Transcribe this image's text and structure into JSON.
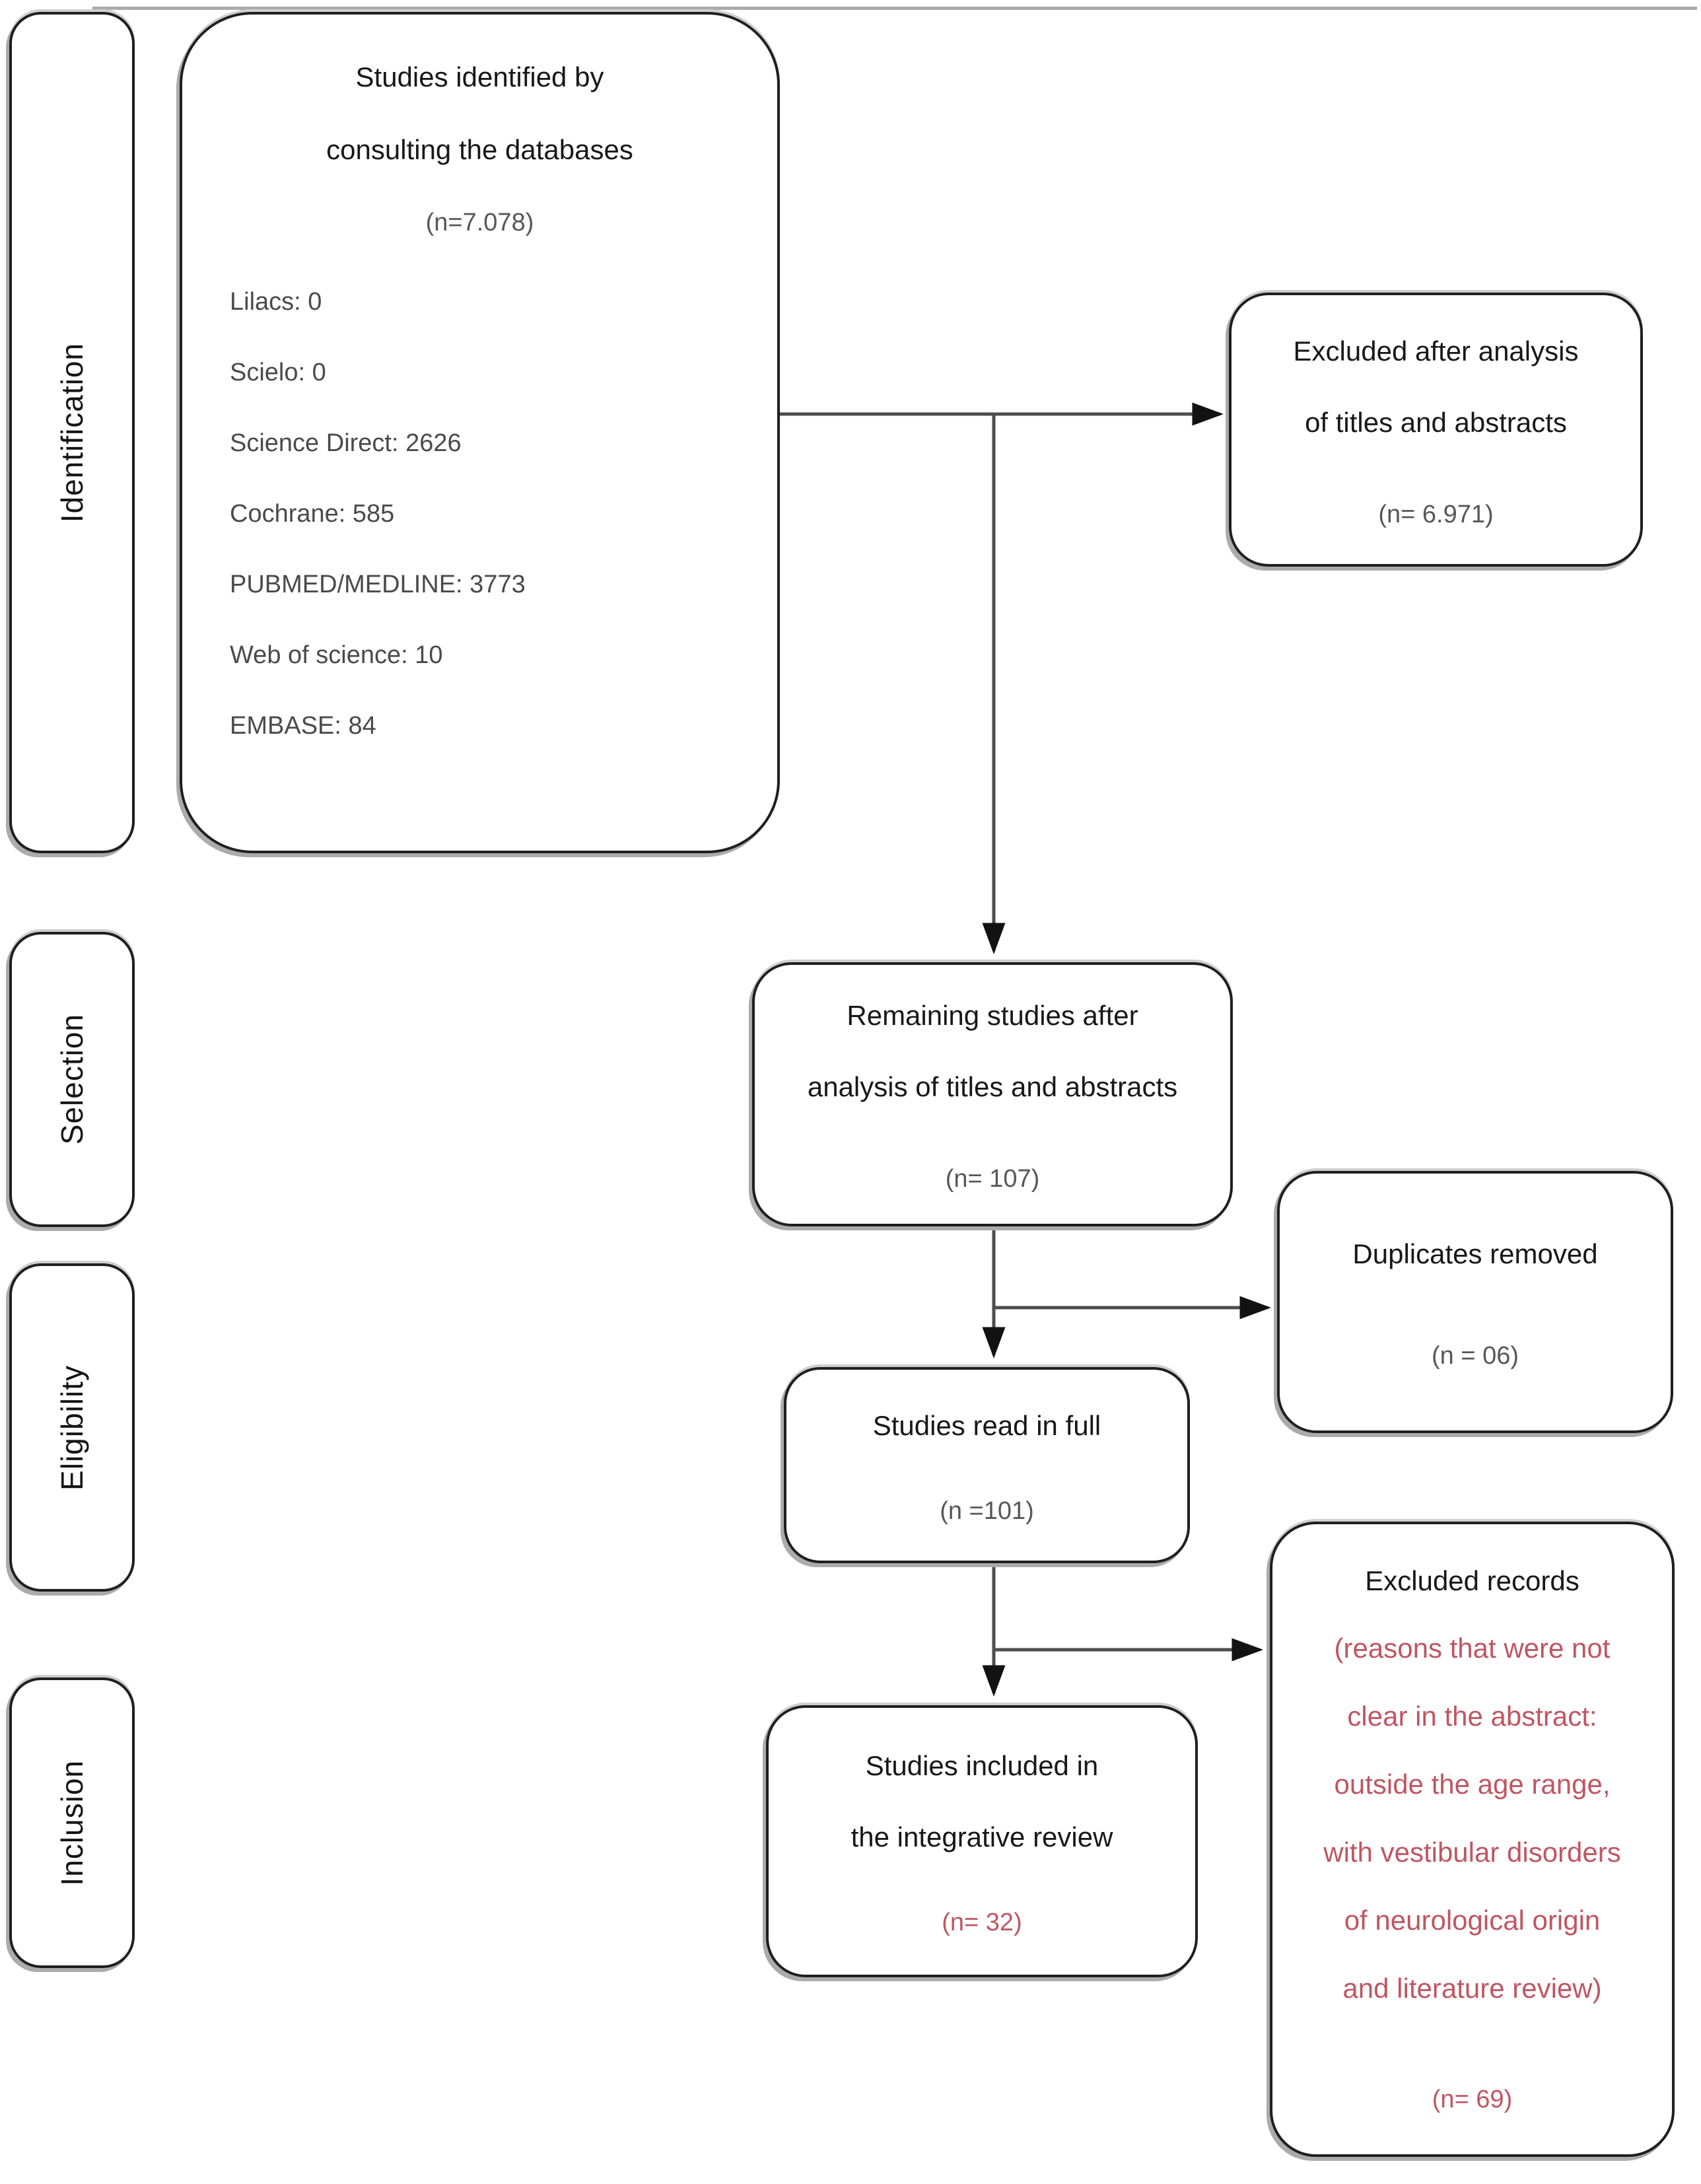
{
  "stages": {
    "identification": "Identification",
    "selection": "Selection",
    "eligibility": "Eligibility",
    "inclusion": "Inclusion"
  },
  "boxes": {
    "identified": {
      "line1": "Studies identified by",
      "line2": "consulting the databases",
      "count": "(n=7.078)",
      "databases": [
        "Lilacs: 0",
        "Scielo: 0",
        "Science Direct: 2626",
        "Cochrane: 585",
        "PUBMED/MEDLINE: 3773",
        "Web of science: 10",
        "EMBASE: 84"
      ]
    },
    "excluded_titles": {
      "line1": "Excluded after analysis",
      "line2": "of titles and abstracts",
      "count": "(n= 6.971)"
    },
    "remaining": {
      "line1": "Remaining studies after",
      "line2": "analysis of titles and abstracts",
      "count": "(n= 107)"
    },
    "duplicates": {
      "line1": "Duplicates removed",
      "count": "(n = 06)"
    },
    "read_full": {
      "line1": "Studies read in full",
      "count": "(n =101)"
    },
    "included": {
      "line1": "Studies included in",
      "line2": "the integrative review",
      "count": "(n= 32)"
    },
    "excluded_records": {
      "title": "Excluded records",
      "reasons": [
        "(reasons that were not",
        "clear in the abstract:",
        "outside the age range,",
        "with vestibular disorders",
        "of neurological origin",
        "and literature review)"
      ],
      "count": "(n= 69)"
    }
  },
  "colors": {
    "text": "#181818",
    "muted": "#575757",
    "accent_red": "#bf5663",
    "arrow_line": "#4d4d4d",
    "arrow_head": "#121212",
    "box_border": "#1f1f1f"
  }
}
